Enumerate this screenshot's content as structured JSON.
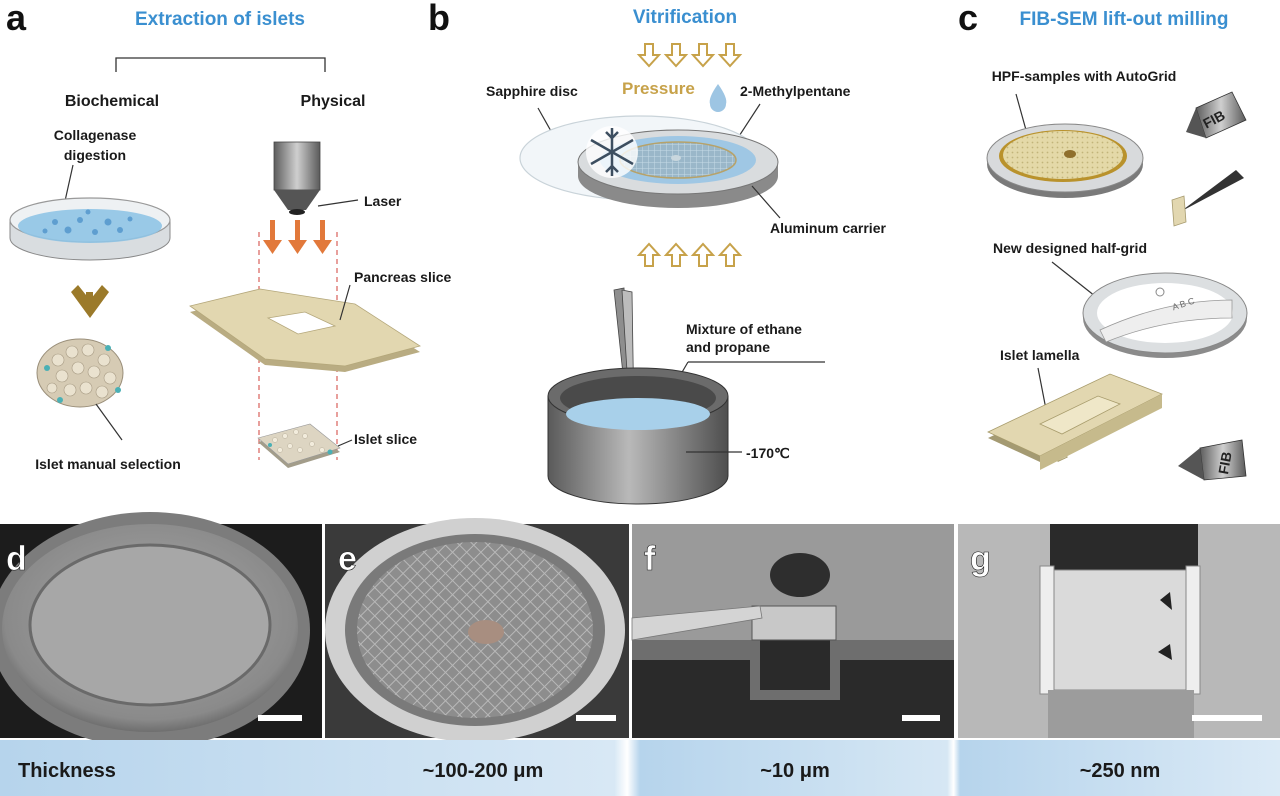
{
  "panel_a": {
    "letter": "a",
    "title": "Extraction of islets",
    "left_heading": "Biochemical",
    "right_heading": "Physical",
    "collagenase_line1": "Collagenase",
    "collagenase_line2": "digestion",
    "islet_manual": "Islet manual selection",
    "laser": "Laser",
    "pancreas_slice": "Pancreas slice",
    "islet_slice": "Islet slice"
  },
  "panel_b": {
    "letter": "b",
    "title": "Vitrification",
    "pressure": "Pressure",
    "sapphire": "Sapphire disc",
    "methylpentane": "2-Methylpentane",
    "aluminum": "Aluminum  carrier",
    "mixture_line1": "Mixture of ethane",
    "mixture_line2": "and propane",
    "temperature": "-170℃"
  },
  "panel_c": {
    "letter": "c",
    "title": "FIB-SEM lift-out milling",
    "hpf": "HPF-samples with AutoGrid",
    "half_grid": "New designed  half-grid",
    "lamella": "Islet lamella",
    "fib_top": "FIB",
    "fib_bottom": "FIB",
    "grid_marks": "A B C"
  },
  "sem_panels": [
    {
      "letter": "d"
    },
    {
      "letter": "e"
    },
    {
      "letter": "f"
    },
    {
      "letter": "g"
    }
  ],
  "thickness_bar": {
    "label": "Thickness",
    "value1": "~100-200 μm",
    "value2": "~10 μm",
    "value3": "~250 nm"
  },
  "colors": {
    "title_blue": "#3a8fd0",
    "arrow_orange": "#e2793b",
    "pressure_gold": "#c7a24a",
    "beige": "#e2d7b0",
    "bar_blue": "#bcd8ee"
  }
}
